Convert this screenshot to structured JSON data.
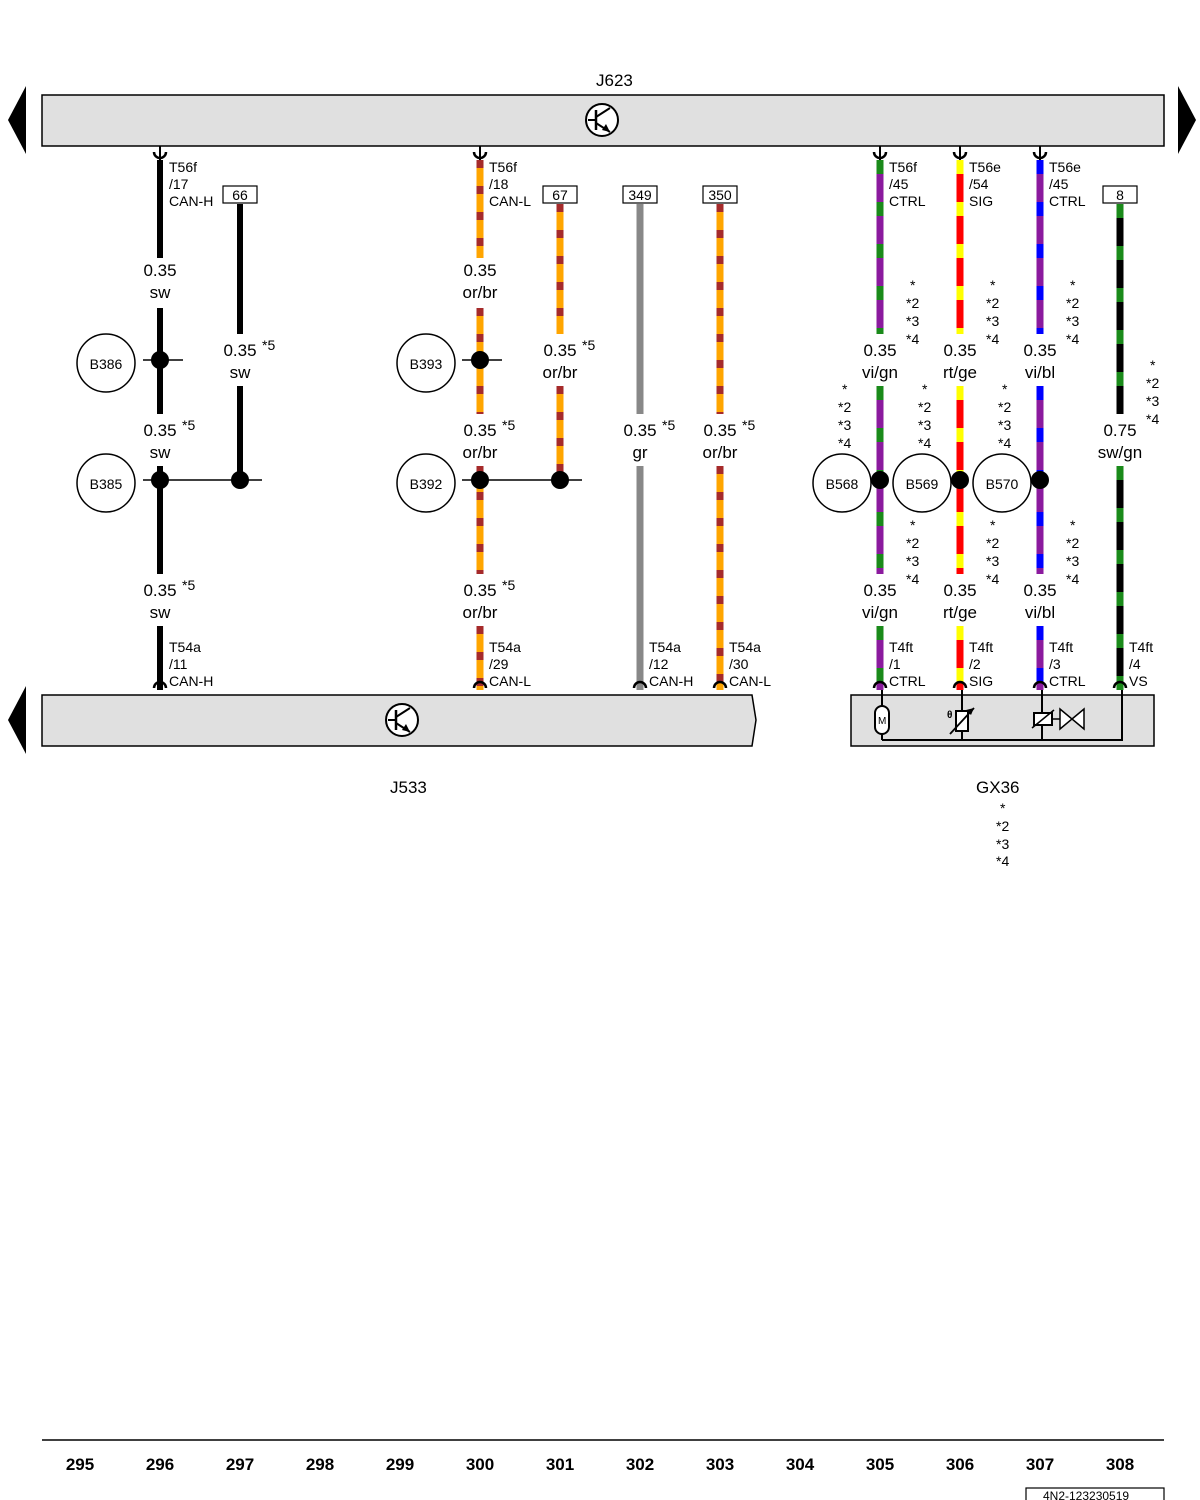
{
  "colors": {
    "sw": "#000000",
    "or": "#ffa500",
    "br": "#a52a2a",
    "gr": "#888888",
    "vi": "#8b1a9e",
    "gn": "#1a8a1a",
    "rt": "#ff0000",
    "ge": "#ffff00",
    "bl": "#0000ff",
    "bar_fill": "#e0e0e0"
  },
  "top_unit": {
    "label_main": "J",
    "label_sub": "623"
  },
  "bottom_left_unit": {
    "label_main": "J",
    "label_sub": "533"
  },
  "bottom_right_unit": {
    "label_main": "GX",
    "label_sub": "36",
    "notes": [
      "*",
      "*2",
      "*3",
      "*4"
    ]
  },
  "top_connectors": [
    {
      "col": 296,
      "l1": "T56f",
      "l2": "/17",
      "l3": "CAN-H"
    },
    {
      "col": 300,
      "l1": "T56f",
      "l2": "/18",
      "l3": "CAN-L"
    },
    {
      "col": 305,
      "l1": "T56f",
      "l2": "/45",
      "l3": "CTRL"
    },
    {
      "col": 306,
      "l1": "T56e",
      "l2": "/54",
      "l3": "SIG"
    },
    {
      "col": 307,
      "l1": "T56e",
      "l2": "/45",
      "l3": "CTRL"
    }
  ],
  "bottom_connectors": [
    {
      "col": 296,
      "l1": "T54a",
      "l2": "/11",
      "l3": "CAN-H"
    },
    {
      "col": 300,
      "l1": "T54a",
      "l2": "/29",
      "l3": "CAN-L"
    },
    {
      "col": 302,
      "l1": "T54a",
      "l2": "/12",
      "l3": "CAN-H"
    },
    {
      "col": 303,
      "l1": "T54a",
      "l2": "/30",
      "l3": "CAN-L"
    },
    {
      "col": 305,
      "l1": "T4ft",
      "l2": "/1",
      "l3": "CTRL"
    },
    {
      "col": 306,
      "l1": "T4ft",
      "l2": "/2",
      "l3": "SIG"
    },
    {
      "col": 307,
      "l1": "T4ft",
      "l2": "/3",
      "l3": "CTRL"
    },
    {
      "col": 308,
      "l1": "T4ft",
      "l2": "/4",
      "l3": "VS"
    }
  ],
  "ref_boxes": [
    {
      "col": 297,
      "label": "66"
    },
    {
      "col": 301,
      "label": "67"
    },
    {
      "col": 302,
      "label": "349"
    },
    {
      "col": 303,
      "label": "350"
    },
    {
      "col": 308,
      "label": "8"
    }
  ],
  "wire_labels": [
    {
      "col": 296,
      "row": "a",
      "size": "0.35",
      "color": "sw",
      "note": ""
    },
    {
      "col": 296,
      "row": "b",
      "size": "0.35",
      "color": "sw",
      "note": "*5"
    },
    {
      "col": 296,
      "row": "c",
      "size": "0.35",
      "color": "sw",
      "note": "*5"
    },
    {
      "col": 297,
      "row": "m",
      "size": "0.35",
      "color": "sw",
      "note": "*5"
    },
    {
      "col": 300,
      "row": "a",
      "size": "0.35",
      "color": "or/br",
      "note": ""
    },
    {
      "col": 300,
      "row": "b",
      "size": "0.35",
      "color": "or/br",
      "note": "*5"
    },
    {
      "col": 300,
      "row": "c",
      "size": "0.35",
      "color": "or/br",
      "note": "*5"
    },
    {
      "col": 301,
      "row": "m",
      "size": "0.35",
      "color": "or/br",
      "note": "*5"
    },
    {
      "col": 302,
      "row": "b",
      "size": "0.35",
      "color": "gr",
      "note": "*5"
    },
    {
      "col": 303,
      "row": "b",
      "size": "0.35",
      "color": "or/br",
      "note": "*5"
    },
    {
      "col": 305,
      "row": "s1",
      "size": "0.35",
      "color": "vi/gn",
      "note": ""
    },
    {
      "col": 305,
      "row": "s2",
      "size": "0.35",
      "color": "vi/gn",
      "note": ""
    },
    {
      "col": 306,
      "row": "s1",
      "size": "0.35",
      "color": "rt/ge",
      "note": ""
    },
    {
      "col": 306,
      "row": "s2",
      "size": "0.35",
      "color": "rt/ge",
      "note": ""
    },
    {
      "col": 307,
      "row": "s1",
      "size": "0.35",
      "color": "vi/bl",
      "note": ""
    },
    {
      "col": 307,
      "row": "s2",
      "size": "0.35",
      "color": "vi/bl",
      "note": ""
    },
    {
      "col": 308,
      "row": "b",
      "size": "0.75",
      "color": "sw/gn",
      "note": ""
    }
  ],
  "splices": [
    {
      "label": "B386",
      "col": 296,
      "row": "upper"
    },
    {
      "label": "B385",
      "col": 296,
      "row": "lower"
    },
    {
      "label": "B393",
      "col": 300,
      "row": "upper"
    },
    {
      "label": "B392",
      "col": 300,
      "row": "lower"
    },
    {
      "label": "B568",
      "col": 305,
      "row": "lower"
    },
    {
      "label": "B569",
      "col": 306,
      "row": "lower"
    },
    {
      "label": "B570",
      "col": 307,
      "row": "lower"
    }
  ],
  "notes_asterisk": [
    "*",
    "*2",
    "*3",
    "*4"
  ],
  "column_numbers": [
    "295",
    "296",
    "297",
    "298",
    "299",
    "300",
    "301",
    "302",
    "303",
    "304",
    "305",
    "306",
    "307",
    "308"
  ],
  "icons": {
    "motor": "M",
    "temp": "θ"
  },
  "drawing_id": "4N2-123230519"
}
